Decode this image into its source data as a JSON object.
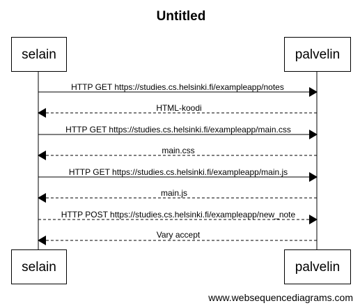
{
  "diagram": {
    "title": "Untitled",
    "actors": [
      {
        "name": "selain"
      },
      {
        "name": "palvelin"
      }
    ],
    "messages": [
      {
        "from": "selain",
        "to": "palvelin",
        "style": "solid",
        "label": "HTTP GET https://studies.cs.helsinki.fi/exampleapp/notes"
      },
      {
        "from": "palvelin",
        "to": "selain",
        "style": "dashed",
        "label": "HTML-koodi"
      },
      {
        "from": "selain",
        "to": "palvelin",
        "style": "solid",
        "label": "HTTP GET https://studies.cs.helsinki.fi/exampleapp/main.css"
      },
      {
        "from": "palvelin",
        "to": "selain",
        "style": "dashed",
        "label": "main.css"
      },
      {
        "from": "selain",
        "to": "palvelin",
        "style": "solid",
        "label": "HTTP GET https://studies.cs.helsinki.fi/exampleapp/main.js"
      },
      {
        "from": "palvelin",
        "to": "selain",
        "style": "dashed",
        "label": "main.js"
      },
      {
        "from": "selain",
        "to": "palvelin",
        "style": "dashed",
        "label": "HTTP POST https://studies.cs.helsinki.fi/exampleapp/new_note"
      },
      {
        "from": "palvelin",
        "to": "selain",
        "style": "dashed",
        "label": "Vary accept"
      }
    ],
    "footer": "www.websequencediagrams.com"
  }
}
